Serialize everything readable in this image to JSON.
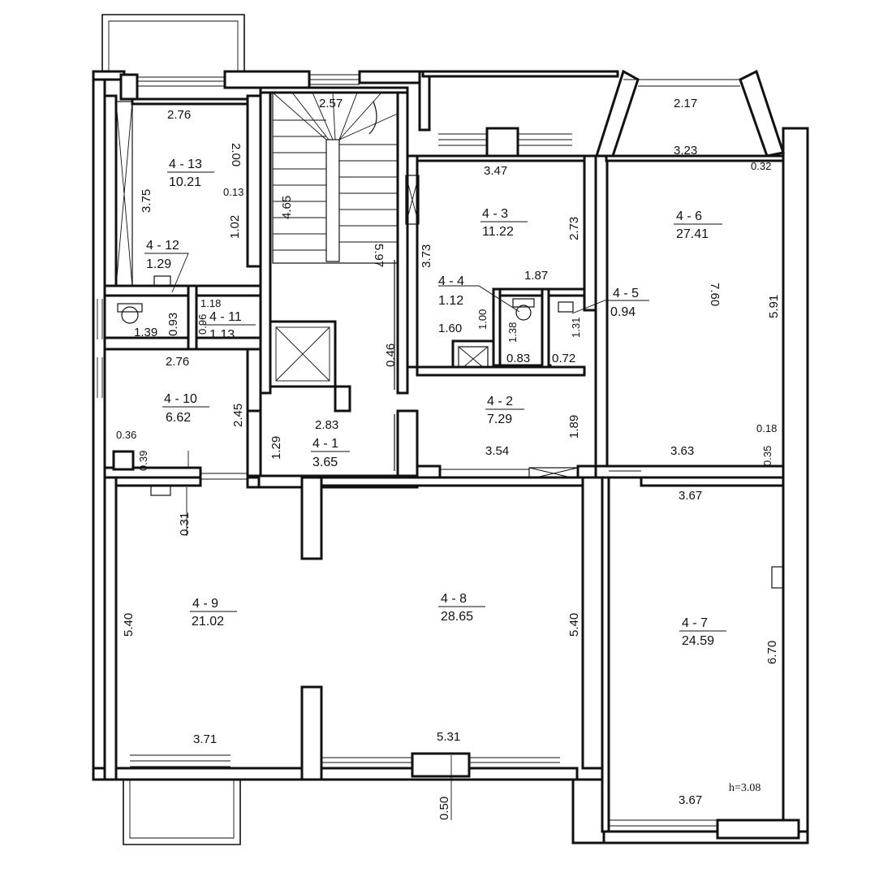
{
  "rooms": [
    {
      "id": "4 - 1",
      "area": "3.65"
    },
    {
      "id": "4 - 2",
      "area": "7.29"
    },
    {
      "id": "4 - 3",
      "area": "11.22"
    },
    {
      "id": "4 - 4",
      "area": "1.12"
    },
    {
      "id": "4 - 5",
      "area": "0.94"
    },
    {
      "id": "4 - 6",
      "area": "27.41"
    },
    {
      "id": "4 - 7",
      "area": "24.59"
    },
    {
      "id": "4 - 8",
      "area": "28.65"
    },
    {
      "id": "4 - 9",
      "area": "21.02"
    },
    {
      "id": "4 - 10",
      "area": "6.62"
    },
    {
      "id": "4 - 11",
      "area": "1.13"
    },
    {
      "id": "4 - 12",
      "area": "1.29"
    },
    {
      "id": "4 - 13",
      "area": "10.21"
    }
  ],
  "dimensions": {
    "r13_top": "2.76",
    "r13_right": "2.00",
    "r13_left": "3.75",
    "r13_mid": "0.13",
    "r13_low": "1.02",
    "stair_top": "2.57",
    "stair_left": "4.65",
    "stair_right": "5.97",
    "stair_low": "0.46",
    "r3_top": "3.47",
    "r3_left": "3.73",
    "r3_right": "2.73",
    "r3_low": "1.87",
    "r6_top1": "2.17",
    "r6_top2": "3.23",
    "r6_corner": "0.32",
    "r6_mid": "7.60",
    "r6_right": "5.91",
    "r6_bottom": "3.63",
    "r6_c1": "0.18",
    "r6_c2": "0.35",
    "r12_a": "1.18",
    "r12_b": "1.39",
    "r12_c": "0.93",
    "r11_a": "0.96",
    "r4_a": "1.60",
    "r4_b": "1.00",
    "r4_c": "1.38",
    "r4_d": "0.83",
    "r5_a": "1.31",
    "r5_b": "0.72",
    "r10_top": "2.76",
    "r10_right": "2.45",
    "r10_a": "0.36",
    "r10_b": "0.39",
    "r1_top": "2.83",
    "r1_left": "1.29",
    "r2_right": "1.89",
    "r2_bottom": "3.54",
    "r9_left": "5.40",
    "r9_door": "0.31",
    "r9_bottom": "3.71",
    "r8_right": "5.40",
    "r8_bottom": "5.31",
    "r8_win": "0.50",
    "r7_top": "3.67",
    "r7_right": "6.70",
    "r7_bottom": "3.67",
    "height": "h=3.08"
  }
}
